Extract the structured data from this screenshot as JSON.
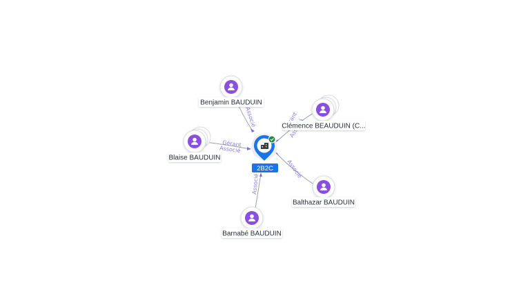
{
  "company": {
    "label": "2B2C",
    "icon": "building-icon",
    "badge_icon": "check-icon",
    "colors": {
      "pin": "#1a73e8",
      "badge": "#1e8e3e"
    }
  },
  "persons": [
    {
      "id": "benjamin",
      "name": "Benjamin BAUDUIN",
      "stacked": false,
      "roles": [
        "Associé"
      ]
    },
    {
      "id": "clemence",
      "name": "Clémence BEAUDUIN (C...",
      "stacked": true,
      "roles": [
        "Gérant",
        "Associé"
      ]
    },
    {
      "id": "blaise",
      "name": "Blaise BAUDUIN",
      "stacked": true,
      "roles": [
        "Gérant",
        "Associé"
      ]
    },
    {
      "id": "balthazar",
      "name": "Balthazar BAUDUIN",
      "stacked": false,
      "roles": [
        "Associé"
      ]
    },
    {
      "id": "barnabe",
      "name": "Barnabé BAUDUIN",
      "stacked": false,
      "roles": [
        "Associé"
      ]
    }
  ],
  "colors": {
    "person": "#8b4fe0",
    "edge_label": "#8a7fe0"
  }
}
